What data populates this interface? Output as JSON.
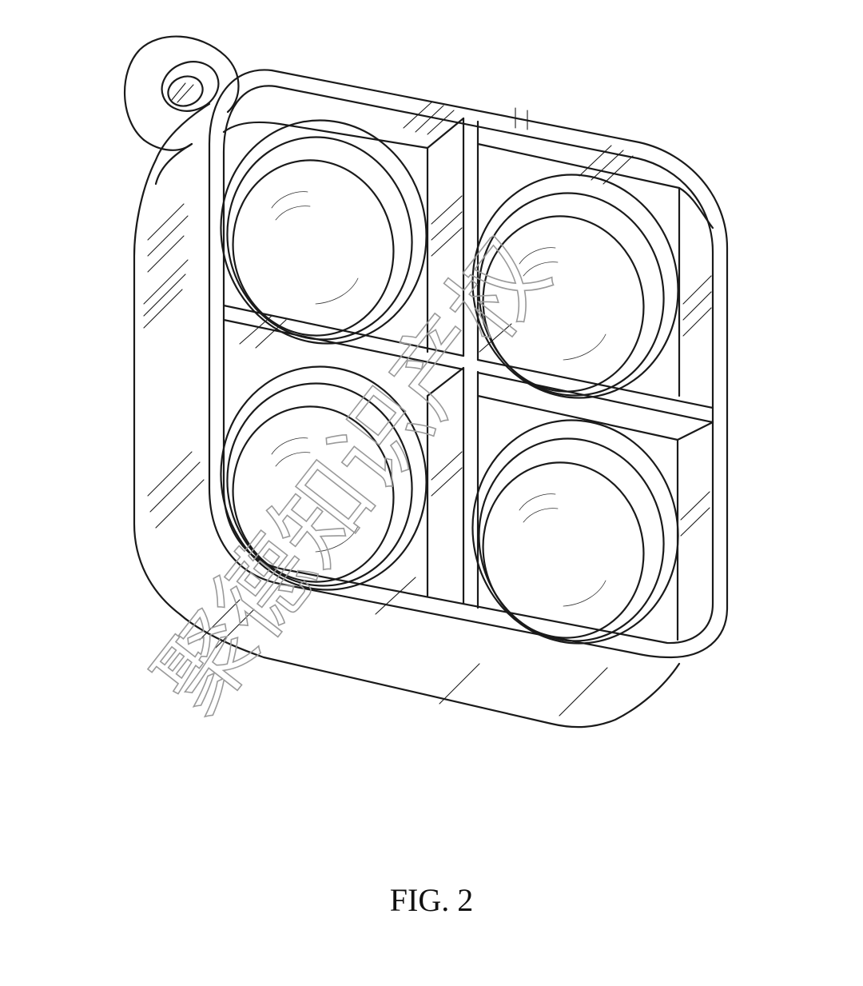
{
  "figure": {
    "label": "FIG. 2",
    "watermark": "聚德知识产权",
    "subject": "keychain-pendant-with-four-recessed-cups",
    "colors": {
      "line": "#1a1a1a",
      "background": "#ffffff",
      "watermark": "#9a9a9a"
    }
  }
}
